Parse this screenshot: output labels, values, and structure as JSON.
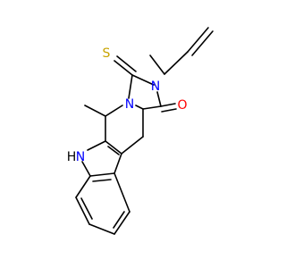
{
  "molecule": {
    "atom_labels": {
      "thione_sulfur": "S",
      "imidazolidine_nitrogen_allyl": "N",
      "bridgehead_nitrogen": "N",
      "carbonyl_oxygen": "O",
      "indole_nh": "N",
      "indole_nh_hydrogen": "H"
    },
    "colors": {
      "sulfur": "#c8a400",
      "nitrogen": "#0000ff",
      "oxygen": "#ff0000",
      "bond": "#000000"
    }
  }
}
